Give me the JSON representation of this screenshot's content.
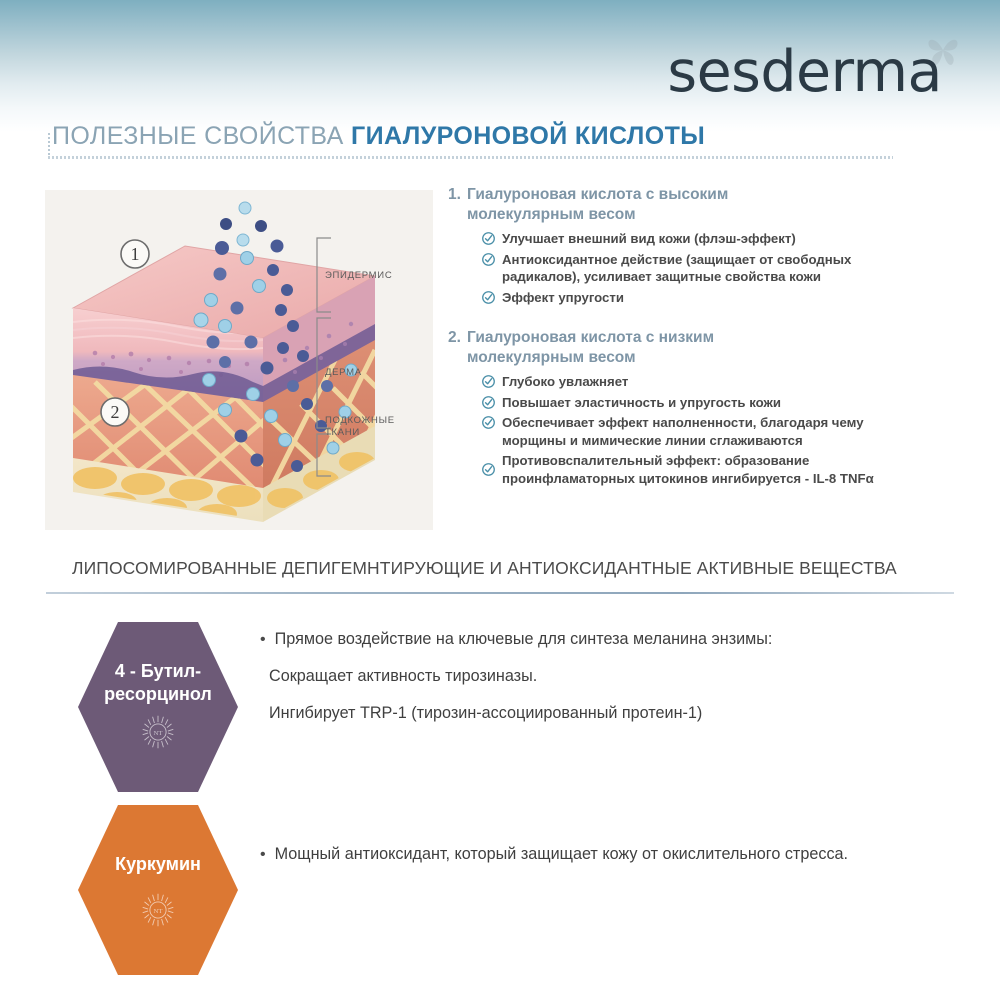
{
  "brand": {
    "name": "sesderma",
    "mark_icon": "butterfly-icon"
  },
  "heading_main": {
    "light_part": "ПОЛЕЗНЫЕ СВОЙСТВА ",
    "bold_part": "ГИАЛУРОНОВОЙ КИСЛОТЫ"
  },
  "illustration": {
    "alt": "skin-cross-section-diagram",
    "markers": [
      "1",
      "2"
    ],
    "layer_labels": [
      "ЭПИДЕРМИС",
      "ДЕРМА",
      "ПОДКОЖНЫЕ\nТКАНИ"
    ],
    "layer_label_1": "ЭПИДЕРМИС",
    "layer_label_2": "ДЕРМА",
    "layer_label_3a": "ПОДКОЖНЫЕ",
    "layer_label_3b": "ТКАНИ"
  },
  "groups": [
    {
      "number": "1.",
      "title": "Гиалуроновая кислота с высоким молекулярным весом",
      "items": [
        "Улучшает внешний вид кожи (флэш-эффект)",
        "Антиоксидантное действие (защищает от свободных радикалов), усиливает защитные свойства кожи",
        "Эффект упругости"
      ]
    },
    {
      "number": "2.",
      "title": "Гиалуроновая кислота с низким молекулярным весом",
      "items": [
        "Глубоко увлажняет",
        "Повышает эластичность и упругость кожи",
        "Обеспечивает эффект наполненности, благодаря чему морщины и мимические линии сглаживаются",
        "Противовспалительный эффект: образование проинфламаторных цитокинов ингибируется - IL-8 TNFα"
      ]
    }
  ],
  "heading_secondary": "ЛИПОСОМИРОВАННЫЕ ДЕПИГЕМНТИРУЮЩИЕ И АНТИОКСИДАНТНЫЕ АКТИВНЫЕ ВЕЩЕСТВА",
  "ingredients": [
    {
      "label_line1": "4 - Бутил-",
      "label_line2": "ресорцинол",
      "color": "#6d5a77",
      "emblem_icon": "sunburst-nt-emblem-icon",
      "bullets": [
        {
          "bullet": "•",
          "text": "Прямое воздействие на ключевые для синтеза меланина энзимы:"
        },
        {
          "bullet": "",
          "text": "Сокращает активность тирозиназы."
        },
        {
          "bullet": "",
          "text": "Ингибирует TRP-1 (тирозин-ассоциированный протеин-1)"
        }
      ]
    },
    {
      "label_line1": "Куркумин",
      "label_line2": "",
      "color": "#dc7833",
      "emblem_icon": "sunburst-nt-emblem-icon",
      "bullets": [
        {
          "bullet": "•",
          "text": "Мощный антиоксидант, который защищает кожу от окислительного стресса."
        }
      ]
    }
  ],
  "colors": {
    "band_top": "#7eafc0",
    "heading_light": "#8ba4b4",
    "heading_bold": "#2f78a8",
    "group_title": "#7e95a6",
    "check": "#4a8fa8",
    "body_text": "#4a4a4a",
    "panel_bg": "#f4f2ee",
    "purple": "#6d5a77",
    "orange": "#dc7833"
  }
}
